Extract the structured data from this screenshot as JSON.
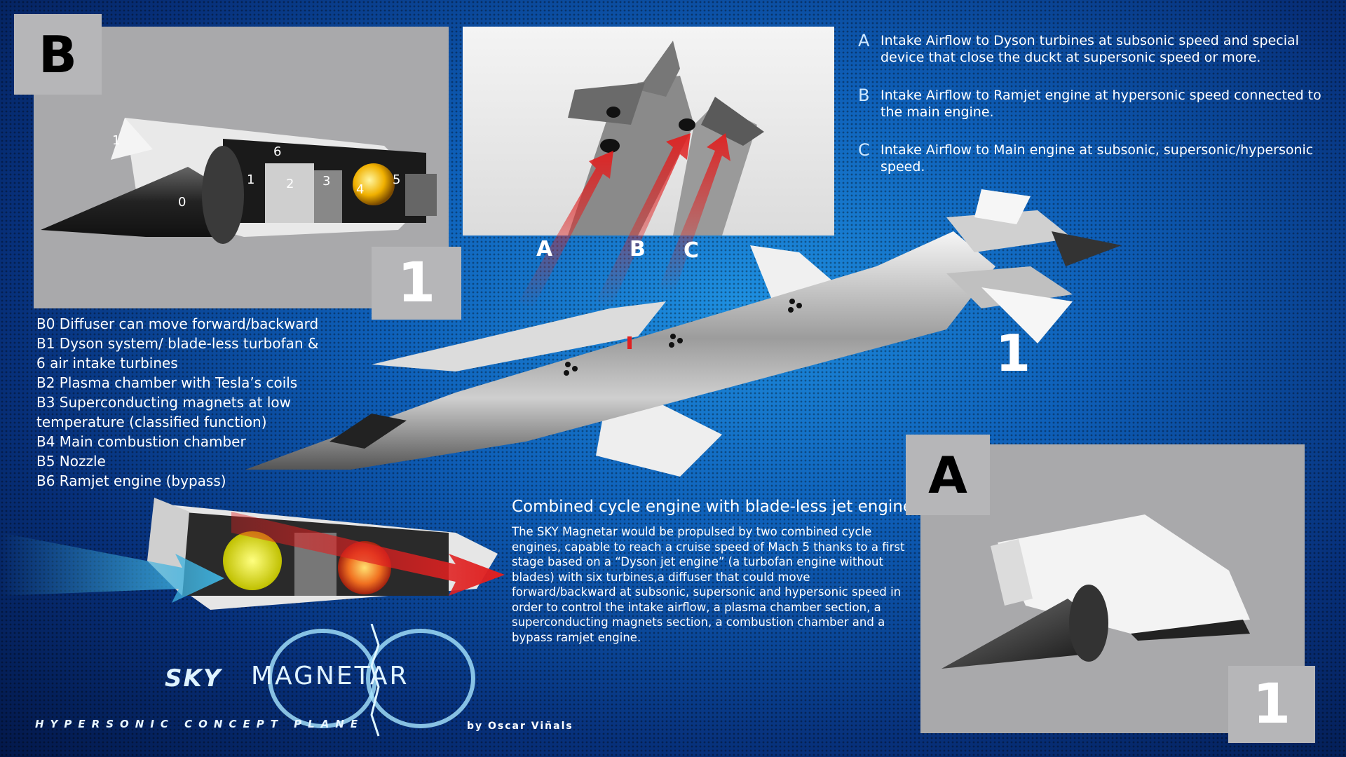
{
  "panels": {
    "b_tag": "B",
    "a_tag": "A",
    "number_tag": "1"
  },
  "engine_labels": [
    "0",
    "1",
    "2",
    "3",
    "4",
    "5",
    "6",
    "1"
  ],
  "intake_labels": {
    "a": "A",
    "b": "B",
    "c": "C"
  },
  "plane_number": "1",
  "legend": [
    "B0 Diffuser can move forward/backward",
    "B1 Dyson system/ blade-less turbofan &",
    "6 air intake turbines",
    "B2 Plasma chamber with Tesla’s coils",
    "B3 Superconducting magnets at low",
    "temperature (classified function)",
    "B4 Main combustion chamber",
    "B5 Nozzle",
    "B6 Ramjet engine (bypass)"
  ],
  "intake_notes": [
    {
      "key": "A",
      "text": "Intake Airflow to Dyson turbines at subsonic speed and special device that close the duckt at supersonic speed or more."
    },
    {
      "key": "B",
      "text": "Intake Airflow to Ramjet engine at hypersonic speed connected to the main engine."
    },
    {
      "key": "C",
      "text": "Intake Airflow to Main engine at subsonic, supersonic/hypersonic speed."
    }
  ],
  "subtitle": "Combined cycle engine with blade-less jet engine",
  "description": "The SKY Magnetar  would be propulsed by two combined cycle engines, capable to reach a cruise speed of Mach 5 thanks to a first stage based on a “Dyson jet engine” (a turbofan engine without blades) with six turbines,a diffuser that could move forward/backward at subsonic, supersonic and hypersonic speed in order to control the intake airflow, a plasma chamber section, a superconducting magnets section, a combustion chamber and a bypass ramjet engine.",
  "logo": {
    "sky": "SKY",
    "magnetar": "MAGNETAR",
    "tagline": "HYPERSONIC CONCEPT PLANE",
    "author": "by Oscar Viñals"
  },
  "colors": {
    "panel": "#a9a9ab",
    "arrow_red": "#e02020",
    "arrow_blue": "#3fb3e0",
    "text": "#ffffff"
  }
}
